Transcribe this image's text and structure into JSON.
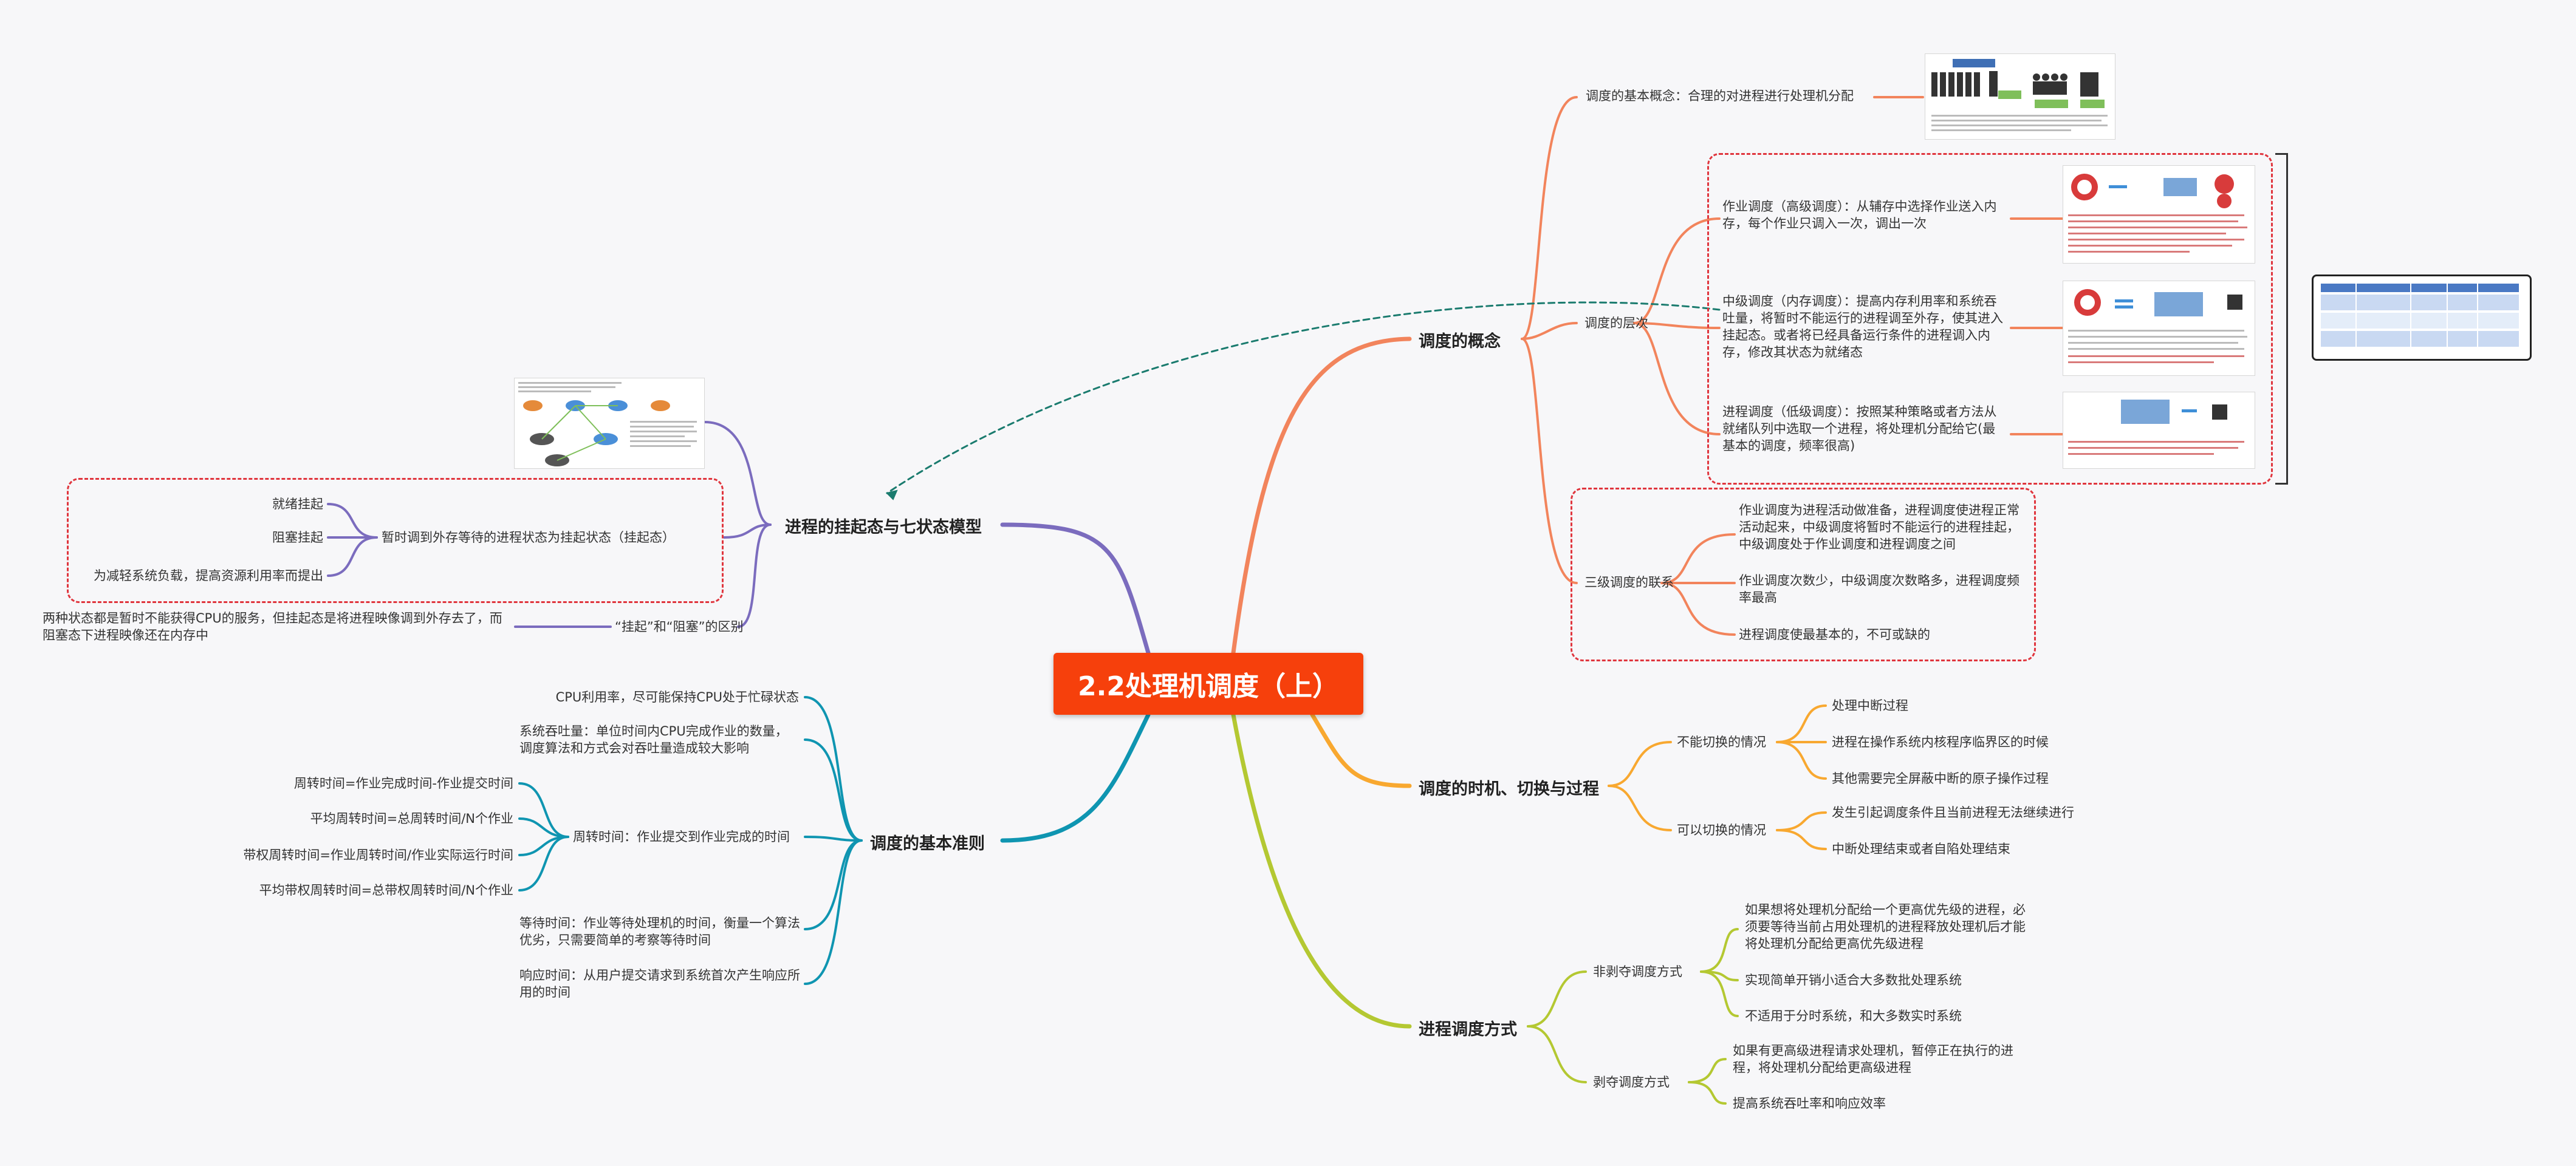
{
  "central": "2.2处理机调度（上）",
  "colors": {
    "concept": "#f2845c",
    "states": "#7b6cbe",
    "criteria": "#0f95b1",
    "timing": "#f8a830",
    "methods": "#b4c832",
    "dash": "#e0353d",
    "central": "#f6400c"
  },
  "concept": {
    "label": "调度的概念",
    "basic": "调度的基本概念：合理的对进程进行处理机分配",
    "levels_label": "调度的层次",
    "job": "作业调度（高级调度）：从辅存中选择作业送入内存，每个作业只调入一次，调出一次",
    "mid": "中级调度（内存调度）：提高内存利用率和系统吞吐量，将暂时不能运行的进程调至外存，使其进入挂起态。或者将已经具备运行条件的进程调入内存，修改其状态为就绪态",
    "proc": "进程调度（低级调度）：按照某种策略或者方法从就绪队列中选取一个进程，将处理机分配给它(最基本的调度，频率很高)",
    "rel_label": "三级调度的联系",
    "rel1": "作业调度为进程活动做准备，进程调度使进程正常活动起来，中级调度将暂时不能运行的进程挂起，中级调度处于作业调度和进程调度之间",
    "rel2": "作业调度次数少，中级调度次数略多，进程调度频率最高",
    "rel3": "进程调度使最基本的，不可或缺的"
  },
  "states": {
    "label": "进程的挂起态与七状态模型",
    "temp": "暂时调到外存等待的进程状态为挂起状态（挂起态）",
    "ready": "就绪挂起",
    "blocked": "阻塞挂起",
    "reduce": "为减轻系统负载，提高资源利用率而提出",
    "diff_label": "“挂起”和“阻塞”的区别",
    "diff": "两种状态都是暂时不能获得CPU的服务，但挂起态是将进程映像调到外存去了，而阻塞态下进程映像还在内存中"
  },
  "criteria": {
    "label": "调度的基本准则",
    "cpu": "CPU利用率，尽可能保持CPU处于忙碌状态",
    "throughput": "系统吞吐量：单位时间内CPU完成作业的数量，调度算法和方式会对吞吐量造成较大影响",
    "turnaround": "周转时间：作业提交到作业完成的时间",
    "t1": "周转时间=作业完成时间-作业提交时间",
    "t2": "平均周转时间=总周转时间/N个作业",
    "t3": "带权周转时间=作业周转时间/作业实际运行时间",
    "t4": "平均带权周转时间=总带权周转时间/N个作业",
    "wait": "等待时间：作业等待处理机的时间，衡量一个算法优劣，只需要简单的考察等待时间",
    "response": "响应时间：从用户提交请求到系统首次产生响应所用的时间"
  },
  "timing": {
    "label": "调度的时机、切换与过程",
    "cannot": "不能切换的情况",
    "c1": "处理中断过程",
    "c2": "进程在操作系统内核程序临界区的时候",
    "c3": "其他需要完全屏蔽中断的原子操作过程",
    "can": "可以切换的情况",
    "k1": "发生引起调度条件且当前进程无法继续进行",
    "k2": "中断处理结束或者自陷处理结束"
  },
  "methods": {
    "label": "进程调度方式",
    "nonpre": "非剥夺调度方式",
    "n1": "如果想将处理机分配给一个更高优先级的进程，必须要等待当前占用处理机的进程释放处理机后才能将处理机分配给更高优先级进程",
    "n2": "实现简单开销小适合大多数批处理系统",
    "n3": "不适用于分时系统，和大多数实时系统",
    "pre": "剥夺调度方式",
    "p1": "如果有更高级进程请求处理机，暂停正在执行的进程，将处理机分配给更高级进程",
    "p2": "提高系统吞吐率和响应效率"
  }
}
